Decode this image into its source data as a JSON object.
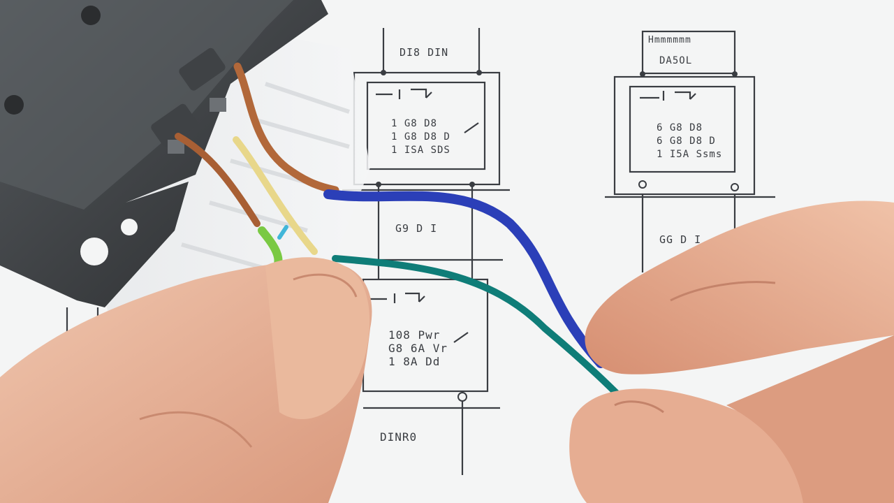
{
  "scene": {
    "description_tags": [
      "hands",
      "electrical-switch",
      "wires",
      "wiring-diagram"
    ],
    "colors": {
      "paper": "#f4f5f5",
      "line": "#3a3d42",
      "switch_body": "#3e4144",
      "wire_brown": "#b2683a",
      "wire_blue": "#2b3fb8",
      "wire_green": "#7ac943",
      "wire_yellow": "#e8d78a",
      "wire_teal": "#0f7d78",
      "skin": "#e9b49a"
    }
  },
  "diagram_text": {
    "left_top_title": "DI8 DIN",
    "left_top_box": "1 G8 D8\n1 G8 D8 D\n1 ISA SDS",
    "left_mid_label": "G9 D I",
    "left_bottom_box": "108 Pwr\nG8 6A Vr\n1 8A Dd",
    "left_bottom_label": "DINR0",
    "right_title_1": "Hmmmmmm",
    "right_title_2": "DA5OL",
    "right_box": "6 G8 D8\n6 G8 D8 D\n1 I5A Ssms",
    "right_mid_label": "GG D I"
  }
}
